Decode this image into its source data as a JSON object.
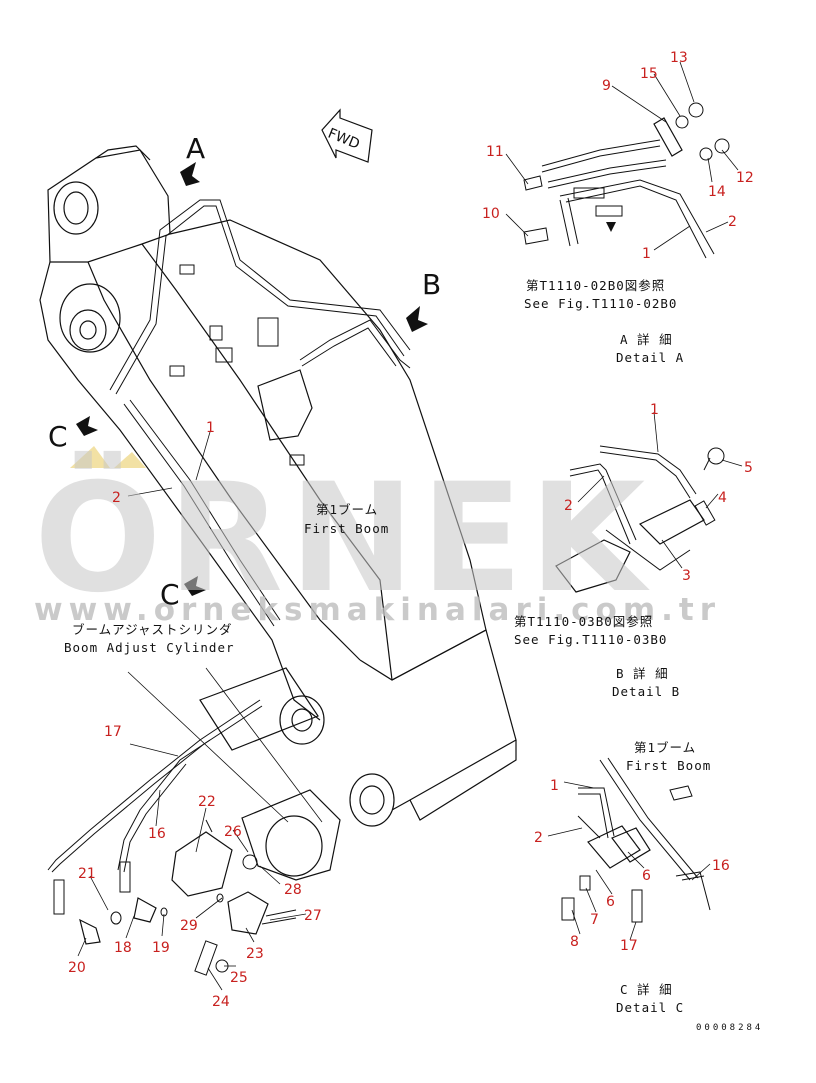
{
  "watermark": {
    "brand": "ÖRNEK",
    "url": "www.orneksmakinalari.com.tr"
  },
  "main_view": {
    "direction_mark": "FWD",
    "view_letters": {
      "a": "A",
      "b": "B",
      "c1": "C",
      "c2": "C"
    },
    "boom_label_jp": "第1ブーム",
    "boom_label_en": "First Boom",
    "cylinder_label_jp": "ブームアジャストシリンダ",
    "cylinder_label_en": "Boom Adjust Cylinder",
    "callouts": [
      "1",
      "2",
      "17",
      "16",
      "22",
      "26",
      "28",
      "21",
      "18",
      "19",
      "20",
      "29",
      "23",
      "27",
      "25",
      "24"
    ]
  },
  "detail_a": {
    "ref_jp": "第T1110-02B0図参照",
    "ref_en": "See Fig.T1110-02B0",
    "title_jp": "A 詳 細",
    "title_en": "Detail A",
    "callouts": [
      "9",
      "15",
      "13",
      "11",
      "14",
      "12",
      "10",
      "2",
      "1"
    ]
  },
  "detail_b": {
    "ref_jp": "第T1110-03B0図参照",
    "ref_en": "See Fig.T1110-03B0",
    "title_jp": "B 詳 細",
    "title_en": "Detail B",
    "callouts": [
      "1",
      "5",
      "2",
      "4",
      "3"
    ]
  },
  "detail_c": {
    "boom_label_jp": "第1ブーム",
    "boom_label_en": "First Boom",
    "title_jp": "C 詳 細",
    "title_en": "Detail C",
    "callouts": [
      "1",
      "2",
      "16",
      "6",
      "6",
      "7",
      "8",
      "17"
    ]
  },
  "drawing_code": "00008284"
}
